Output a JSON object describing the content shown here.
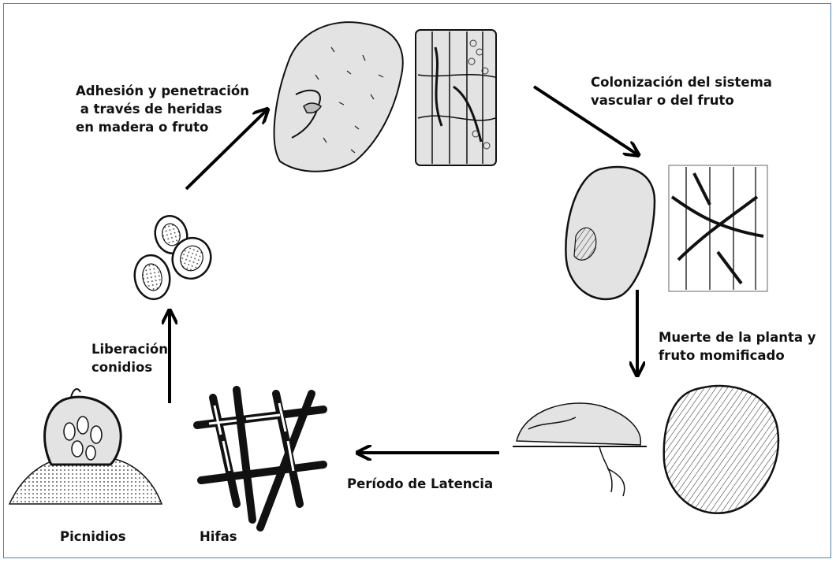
{
  "stages": {
    "adhesion": {
      "lines": [
        "Adhesión y penetración",
        " a través de heridas",
        "en madera o fruto"
      ]
    },
    "colonization": {
      "lines": [
        "Colonización del sistema",
        "vascular o del fruto"
      ]
    },
    "death": {
      "lines": [
        "Muerte de la planta y",
        "fruto momificado"
      ]
    },
    "latency": {
      "lines": [
        "Período de Latencia"
      ]
    },
    "release": {
      "lines": [
        "Liberación",
        "conidios"
      ]
    },
    "pycnidia": {
      "lines": [
        "Picnidios"
      ]
    },
    "hyphae": {
      "lines": [
        "Hifas"
      ]
    }
  },
  "colors": {
    "border": "#4f81bd",
    "arrow": "#000000",
    "tissue_fill": "#e3e3e3",
    "ink": "#111111"
  }
}
